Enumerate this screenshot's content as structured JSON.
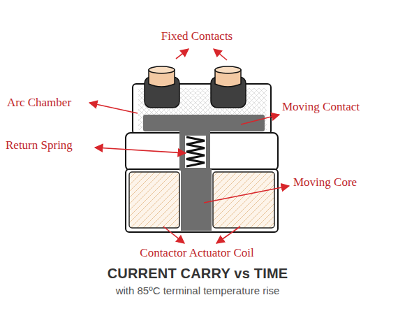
{
  "diagram": {
    "title": "CURRENT CARRY vs TIME",
    "caption": "with 85ºC terminal temperature rise",
    "labels": [
      "Fixed Contacts",
      "Arc Chamber",
      "Moving Contact",
      "Return Spring",
      "Moving Core",
      "Contactor Actuator Coil"
    ]
  }
}
